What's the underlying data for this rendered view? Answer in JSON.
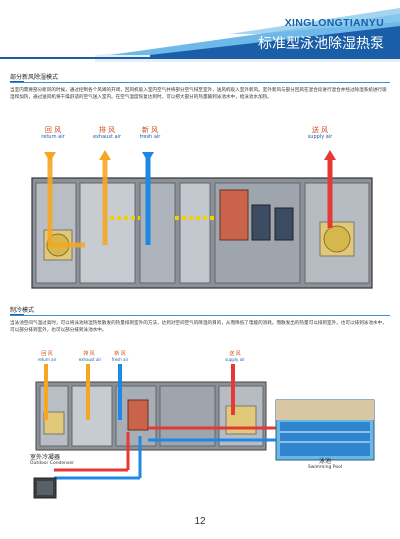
{
  "header": {
    "brand_en": "XINGLONGTIANYU",
    "brand_cn": "标准型泳池除湿热泵",
    "colors": {
      "dark_blue": "#1560a8",
      "light_blue": "#3aa0e0"
    }
  },
  "section1": {
    "title": "部分新风除湿模式",
    "paragraph": "当室内需要部分新风的时候，通过控制各个风阀的开闭，回风机吸入室内空气并将部分空气排至室外，送风机吸入室外新风。室外新风与部分回风在混合段进行混合并经过除湿系统进行吸湿和加热，通过送风机将干燥舒适的空气送入室内。在空气温度恢复达到时，可以把大部分的热量输到泳池水中，给泳池水加热。",
    "labels": {
      "return_cn": "回 风",
      "return_en": "return air",
      "exhaust_cn": "排 风",
      "exhaust_en": "exhaust air",
      "fresh_cn": "新 风",
      "fresh_en": "fresh air",
      "supply_cn": "送 风",
      "supply_en": "supply air"
    }
  },
  "section2": {
    "title": "制冷模式",
    "paragraph": "当泳池空间气温过高时，可以将泳池除湿热泵散发的热量排到室外的方法，达到对空间空气的降温的目的，从而降低了电能的消耗。而散发出的热量可以排到室外，也可以排到泳池水中，可以部分排到室外，也可以部分排到泳池水中。",
    "labels": {
      "return_cn": "回 风",
      "return_en": "return air",
      "exhaust_cn": "排 风",
      "exhaust_en": "exhaust air",
      "fresh_cn": "新 风",
      "fresh_en": "fresh air",
      "supply_cn": "送 风",
      "supply_en": "supply air",
      "condenser_cn": "室外冷凝器",
      "condenser_en": "Outdoor Condenser",
      "pool_cn": "泳池",
      "pool_en": "Swimming Pool"
    }
  },
  "footer": {
    "page_number": "12"
  }
}
